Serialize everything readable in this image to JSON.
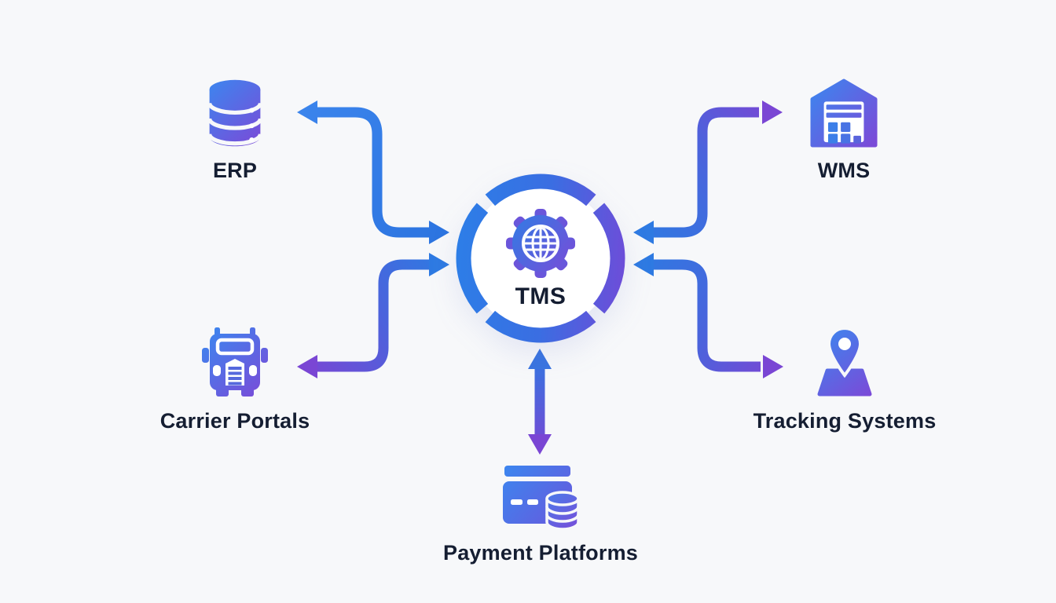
{
  "background": "#f7f8fa",
  "hub": {
    "label": "TMS",
    "icon": "gear-globe-icon",
    "ring_style": "segmented-circle",
    "inner_color": "#ffffff"
  },
  "nodes": [
    {
      "id": "erp",
      "label": "ERP",
      "icon": "database-icon",
      "position": "top-left"
    },
    {
      "id": "wms",
      "label": "WMS",
      "icon": "warehouse-icon",
      "position": "top-right"
    },
    {
      "id": "carrier-portals",
      "label": "Carrier Portals",
      "icon": "truck-icon",
      "position": "bottom-left"
    },
    {
      "id": "tracking-systems",
      "label": "Tracking Systems",
      "icon": "location-pin-icon",
      "position": "bottom-right"
    },
    {
      "id": "payment-platforms",
      "label": "Payment Platforms",
      "icon": "credit-card-coins-icon",
      "position": "bottom-center"
    }
  ],
  "connections": [
    {
      "from": "ERP",
      "to": "TMS",
      "shape": "s-curve",
      "bidirectional": true
    },
    {
      "from": "Carrier Portals",
      "to": "TMS",
      "shape": "s-curve",
      "bidirectional": true
    },
    {
      "from": "WMS",
      "to": "TMS",
      "shape": "s-curve",
      "bidirectional": true
    },
    {
      "from": "Tracking Systems",
      "to": "TMS",
      "shape": "s-curve",
      "bidirectional": true
    },
    {
      "from": "Payment Platforms",
      "to": "TMS",
      "shape": "straight",
      "bidirectional": true
    }
  ],
  "colors": {
    "arrow_blue": "#2e7ae2",
    "arrow_purple": "#7a46d4",
    "icon_gradient_start": "#3e84ee",
    "icon_gradient_end": "#7a4bd8",
    "label_text": "#151e32",
    "background": "#f7f8fa"
  }
}
